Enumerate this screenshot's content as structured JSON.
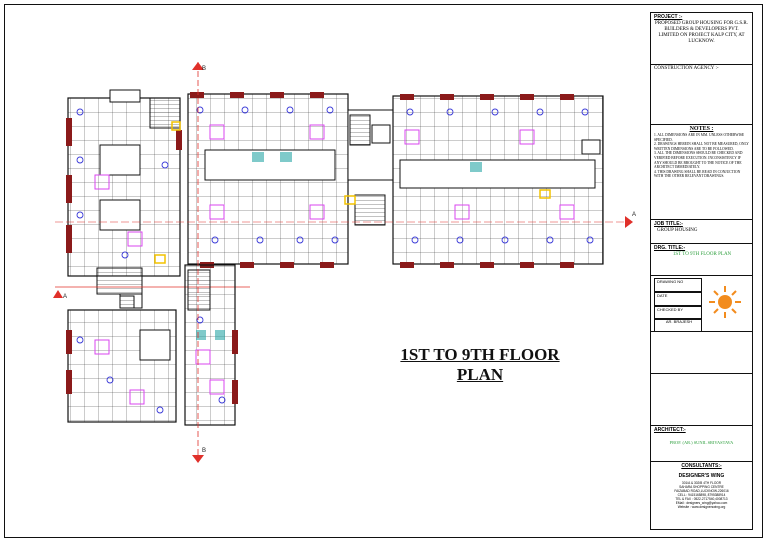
{
  "project": {
    "heading": "PROJECT :-",
    "text": "PROPOSED GROUP HOUSING FOR G.S.R. BUILDERS & DEVELOPERS PVT. LIMITED ON PROJECT KALP CITY, AT LUCKNOW."
  },
  "construction_agency": "CONSTRUCTION AGENCY :-",
  "notes": {
    "heading": "NOTES :",
    "items": [
      "1.  ALL DIMENSIONS ARE IN MM. UNLESS OTHERWISE SPECIFIED.",
      "2.  DRAWINGS HEREIN SHALL NOT BE MEASURED, ONLY WRITTEN DIMENSIONS ARE TO BE FOLLOWED.",
      "3.  ALL THE DIMENSIONS SHOULD BE CHECKED AND VERIFIED BEFORE EXECUTION. INCONSISTENCY IF ANY SHOULD BE BROUGHT TO THE NOTICE OF THE ARCHITECT IMMEDIATELY.",
      "4.  THIS DRAWING SHALL BE READ IN CONJUCTION WITH THE OTHER RELEVANT DRAWINGS."
    ]
  },
  "job_title": {
    "heading": "JOB TITLE:-",
    "value": "GROUP HOUSING"
  },
  "drg_title": {
    "heading": "DRG. TITLE:-",
    "value": "1ST TO 9TH FLOOR PLAN"
  },
  "drawing_info": {
    "drawing_no": "DRAWING NO",
    "date": "DATE",
    "checked_by": "CHECKED BY",
    "drawn_by": "AR. BRAJESH"
  },
  "architect": {
    "heading": "ARCHITECT:-",
    "value": "PROF. (AR.) SUNIL SRIVASTAVA"
  },
  "consultants": {
    "heading": "CONSULTANTS:-",
    "firm": "DESIGNER'S WING",
    "lines": [
      "301/A & 302/B 4TH FLOOR",
      "SAHARA SHOPPING CENTRE",
      "FAIZABAD ROAD,LUCKNOW-226016",
      "CELL : 9415165898, 8795388914",
      "TEL & FAX : 0522-2717540,4008713",
      "EMail : designers_wing@yahoo.com",
      "Website : www.designerswing.org"
    ]
  },
  "drawing_title": {
    "line1": "1ST TO 9TH FLOOR",
    "line2": "PLAN"
  },
  "section_marks": {
    "a": "A",
    "b": "B"
  },
  "colors": {
    "wall_red": "#8b1a1a",
    "section_red": "#e0302a",
    "door_blue": "#3a3ad8",
    "stair_magenta": "#d946ef",
    "bath_teal": "#2aa6a6",
    "accent_yellow": "#f2c200",
    "logo_orange": "#f28c1e"
  }
}
